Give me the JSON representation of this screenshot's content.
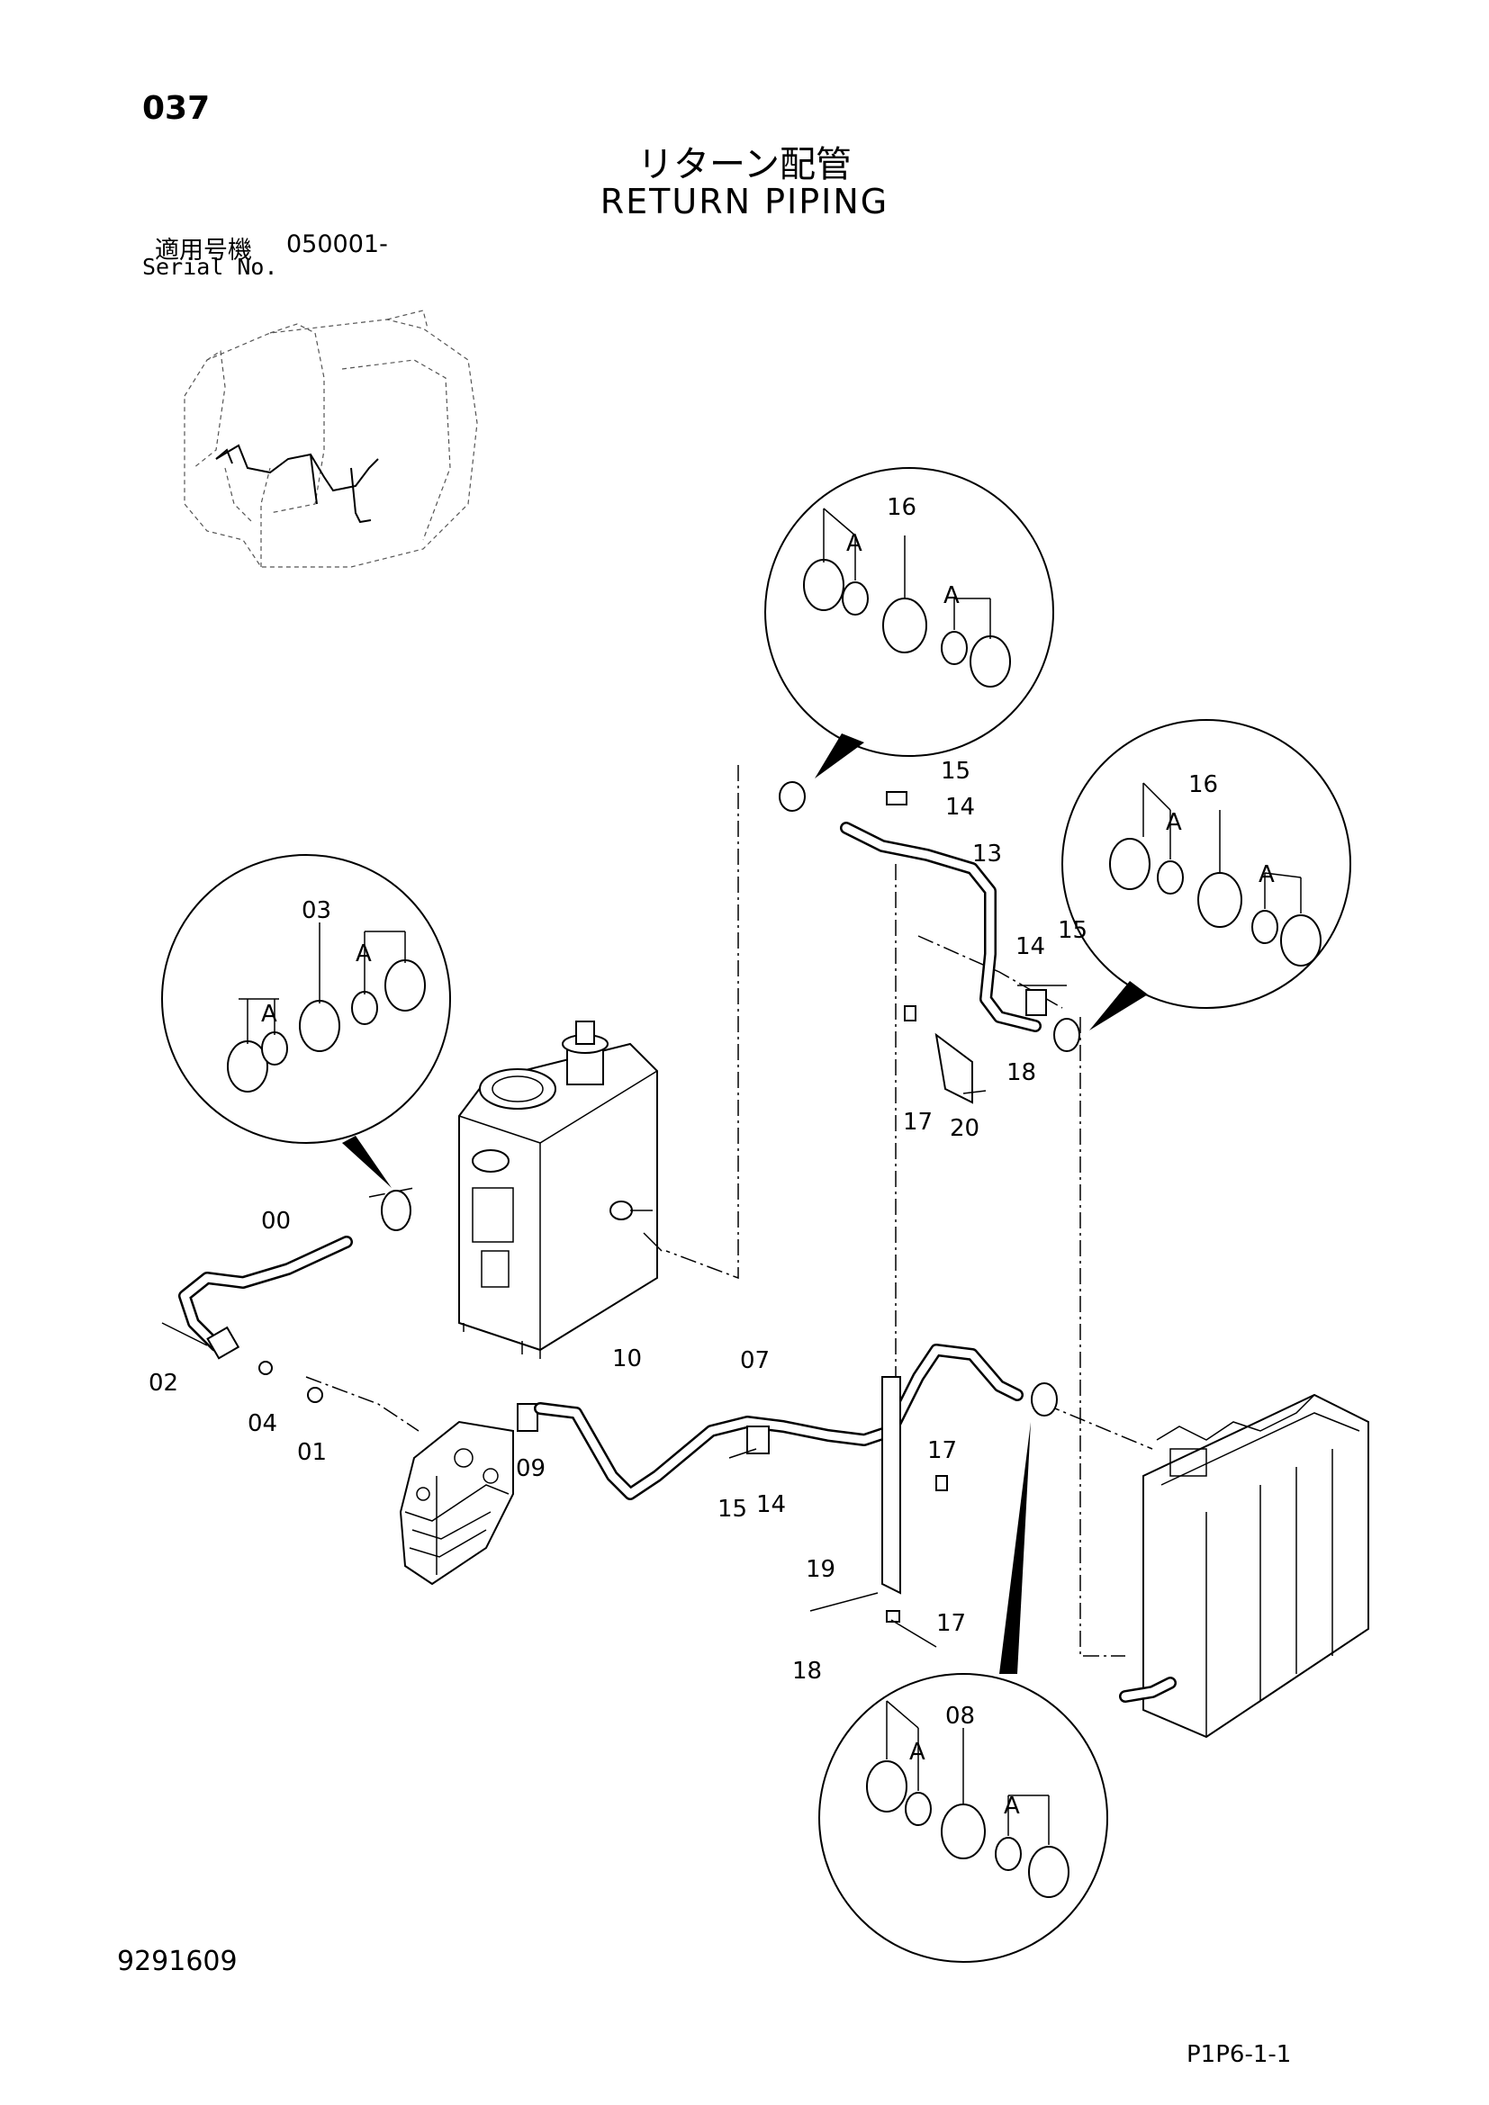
{
  "header": {
    "page_number": "037",
    "title_jp": "リターン配管",
    "title_en": "RETURN PIPING",
    "serial_label_jp": "適用号機",
    "serial_value": "050001-",
    "serial_label_en": "Serial No."
  },
  "footer": {
    "document_code": "9291609",
    "page_code": "P1P6-1-1"
  },
  "parts": {
    "p00": "00",
    "p01": "01",
    "p02": "02",
    "p03": "03",
    "p04": "04",
    "p07": "07",
    "p08": "08",
    "p09": "09",
    "p10": "10",
    "p13": "13",
    "p14": "14",
    "p15": "15",
    "p16": "16",
    "p17": "17",
    "p18": "18",
    "p19": "19",
    "p20": "20",
    "detail_a": "A"
  },
  "icons": {
    "machine": "excavator-overview-icon",
    "tank": "hydraulic-oil-tank",
    "valve": "control-valve",
    "cooler": "oil-cooler",
    "clamp": "pipe-clamp"
  }
}
